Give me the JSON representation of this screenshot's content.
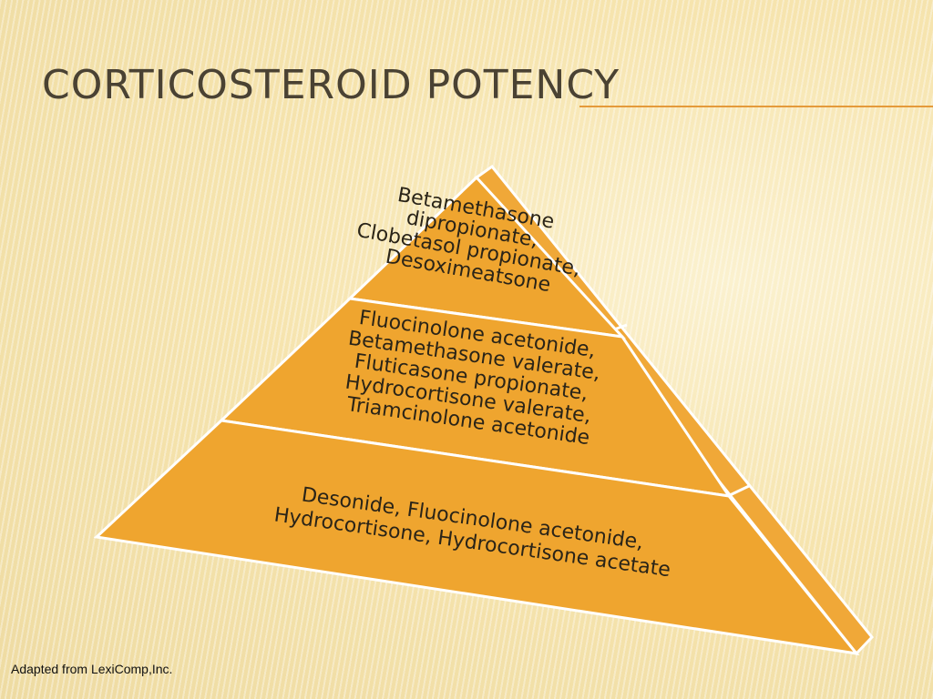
{
  "slide": {
    "title": "CORTICOSTEROID POTENCY",
    "footer": "Adapted from LexiComp,Inc."
  },
  "pyramid": {
    "tiers": [
      {
        "lines": [
          "Betamethasone",
          "dipropionate,",
          "Clobetasol propionate,",
          "Desoximeatsone"
        ]
      },
      {
        "lines": [
          "Fluocinolone acetonide,",
          "Betamethasone valerate,",
          "Fluticasone propionate,",
          "Hydrocortisone valerate,",
          "Triamcinolone acetonide"
        ]
      },
      {
        "lines": [
          "Desonide, Fluocinolone acetonide,",
          "Hydrocortisone, Hydrocortisone acetate"
        ]
      }
    ]
  },
  "colors": {
    "face": "#efa52f",
    "side": "#f0a838",
    "edge": "#ffffff",
    "title": "#4a4233",
    "accent_rule": "#e59a3a"
  }
}
